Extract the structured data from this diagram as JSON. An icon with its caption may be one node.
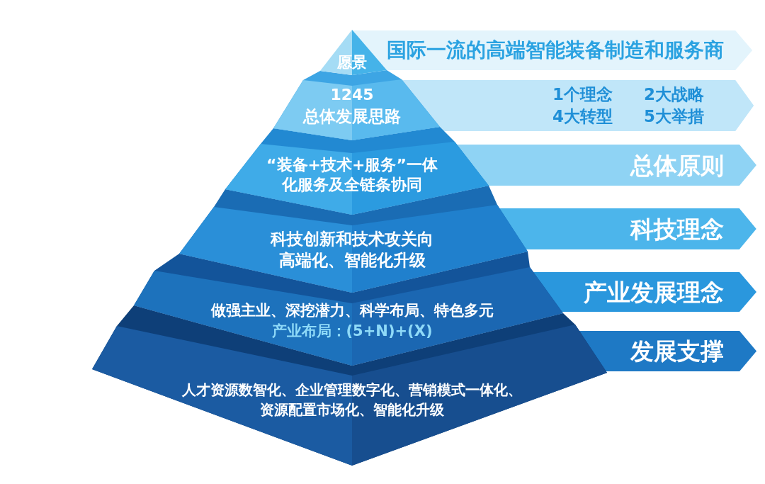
{
  "diagram": {
    "nodes": [
      {
        "text": [
          "愿景"
        ]
      },
      {
        "text": [
          "国际一流的高端智能装备制造和服务商"
        ]
      },
      {
        "text": [
          "1245",
          "总体发展思路"
        ]
      },
      {
        "text": [
          "1个理念",
          "2大战略",
          "4大转型",
          "5大举措"
        ]
      },
      {
        "text": [
          "“装备+技术+服务”一体化服务及全链条协同"
        ]
      },
      {
        "text": [
          "总体原则"
        ]
      },
      {
        "text": [
          "科技创新和技术攻关向高端化、智能化升级"
        ]
      },
      {
        "text": [
          "科技理念"
        ]
      },
      {
        "text": [
          "做强主业、深挖潜力、科学布局、特色多元",
          "产业布局：(5+N)+(X)"
        ]
      },
      {
        "text": [
          "产业发展理念"
        ]
      },
      {
        "text": [
          "人才资源数智化、企业管理数字化、营销模式一体化、资源配置市场化、智能化升级"
        ]
      },
      {
        "text": [
          "发展支撑"
        ]
      }
    ]
  }
}
